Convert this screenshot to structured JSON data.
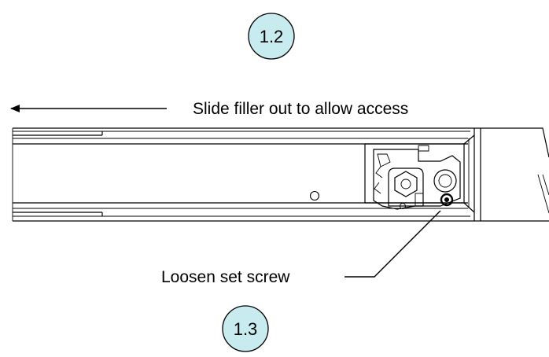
{
  "step_badges": [
    {
      "label": "1.2",
      "color": "#c7ebef"
    },
    {
      "label": "1.3",
      "color": "#c7ebef"
    }
  ],
  "callouts": {
    "slide_filler": "Slide filler out to allow access",
    "loosen_screw": "Loosen set screw"
  },
  "colors": {
    "line": "#000000",
    "badge_fill": "#c7ebef",
    "background": "#ffffff"
  }
}
